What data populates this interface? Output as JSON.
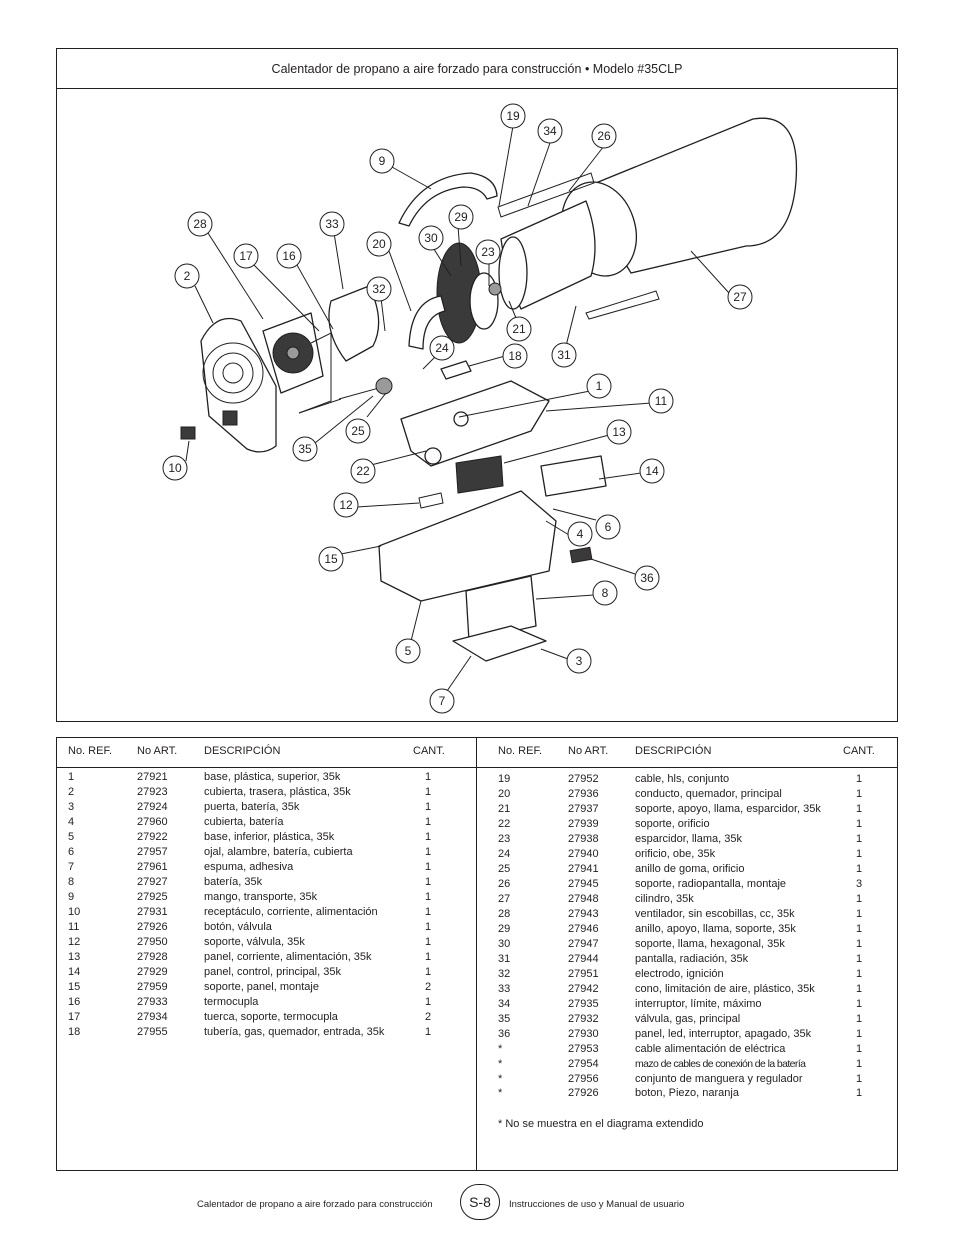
{
  "diagram": {
    "title": "Calentador de propano a aire forzado para construcción • Modelo #35CLP",
    "callouts": [
      "1",
      "2",
      "3",
      "4",
      "5",
      "6",
      "7",
      "8",
      "9",
      "10",
      "11",
      "12",
      "13",
      "14",
      "15",
      "16",
      "17",
      "18",
      "19",
      "20",
      "21",
      "22",
      "23",
      "24",
      "25",
      "26",
      "27",
      "28",
      "29",
      "30",
      "31",
      "32",
      "33",
      "34",
      "35",
      "36"
    ]
  },
  "table": {
    "headers": {
      "ref": "No. REF.",
      "art": "No ART.",
      "desc": "DESCRIPCIÓN",
      "qty": "CANT."
    },
    "left_rows": [
      {
        "ref": "1",
        "art": "27921",
        "desc": "base, plástica, superior, 35k",
        "qty": "1"
      },
      {
        "ref": "2",
        "art": "27923",
        "desc": "cubierta, trasera, plástica, 35k",
        "qty": "1"
      },
      {
        "ref": "3",
        "art": "27924",
        "desc": "puerta, batería, 35k",
        "qty": "1"
      },
      {
        "ref": "4",
        "art": "27960",
        "desc": "cubierta, batería",
        "qty": "1"
      },
      {
        "ref": "5",
        "art": "27922",
        "desc": "base, inferior, plástica, 35k",
        "qty": "1"
      },
      {
        "ref": "6",
        "art": "27957",
        "desc": "ojal, alambre, batería, cubierta",
        "qty": "1"
      },
      {
        "ref": "7",
        "art": "27961",
        "desc": "espuma, adhesiva",
        "qty": "1"
      },
      {
        "ref": "8",
        "art": "27927",
        "desc": "batería, 35k",
        "qty": "1"
      },
      {
        "ref": "9",
        "art": "27925",
        "desc": "mango, transporte, 35k",
        "qty": "1"
      },
      {
        "ref": "10",
        "art": "27931",
        "desc": "receptáculo, corriente, alimentación",
        "qty": "1"
      },
      {
        "ref": "11",
        "art": "27926",
        "desc": "botón, válvula",
        "qty": "1"
      },
      {
        "ref": "12",
        "art": "27950",
        "desc": "soporte, válvula, 35k",
        "qty": "1"
      },
      {
        "ref": "13",
        "art": "27928",
        "desc": "panel, corriente, alimentación, 35k",
        "qty": "1"
      },
      {
        "ref": "14",
        "art": "27929",
        "desc": "panel, control, principal, 35k",
        "qty": "1"
      },
      {
        "ref": "15",
        "art": "27959",
        "desc": "soporte, panel, montaje",
        "qty": "2"
      },
      {
        "ref": "16",
        "art": "27933",
        "desc": "termocupla",
        "qty": "1"
      },
      {
        "ref": "17",
        "art": "27934",
        "desc": "tuerca, soporte, termocupla",
        "qty": "2"
      },
      {
        "ref": "18",
        "art": "27955",
        "desc": "tubería, gas, quemador, entrada, 35k",
        "qty": "1"
      }
    ],
    "right_rows": [
      {
        "ref": "19",
        "art": "27952",
        "desc": "cable, hls, conjunto",
        "qty": "1"
      },
      {
        "ref": "20",
        "art": "27936",
        "desc": "conducto, quemador, principal",
        "qty": "1"
      },
      {
        "ref": "21",
        "art": "27937",
        "desc": "soporte, apoyo, llama, esparcidor, 35k",
        "qty": "1"
      },
      {
        "ref": "22",
        "art": "27939",
        "desc": "soporte, orificio",
        "qty": "1"
      },
      {
        "ref": "23",
        "art": "27938",
        "desc": "esparcidor, llama, 35k",
        "qty": "1"
      },
      {
        "ref": "24",
        "art": "27940",
        "desc": "orificio, obe, 35k",
        "qty": "1"
      },
      {
        "ref": "25",
        "art": "27941",
        "desc": "anillo de goma, orificio",
        "qty": "1"
      },
      {
        "ref": "26",
        "art": "27945",
        "desc": "soporte, radiopantalla, montaje",
        "qty": "3"
      },
      {
        "ref": "27",
        "art": "27948",
        "desc": "cilindro, 35k",
        "qty": "1"
      },
      {
        "ref": "28",
        "art": "27943",
        "desc": "ventilador, sin escobillas, cc, 35k",
        "qty": "1"
      },
      {
        "ref": "29",
        "art": "27946",
        "desc": "anillo, apoyo, llama, soporte, 35k",
        "qty": "1"
      },
      {
        "ref": "30",
        "art": "27947",
        "desc": "soporte, llama, hexagonal, 35k",
        "qty": "1"
      },
      {
        "ref": "31",
        "art": "27944",
        "desc": "pantalla, radiación, 35k",
        "qty": "1"
      },
      {
        "ref": "32",
        "art": "27951",
        "desc": "electrodo, ignición",
        "qty": "1"
      },
      {
        "ref": "33",
        "art": "27942",
        "desc": "cono, limitación de aire, plástico, 35k",
        "qty": "1"
      },
      {
        "ref": "34",
        "art": "27935",
        "desc": "interruptor, límite, máximo",
        "qty": "1"
      },
      {
        "ref": "35",
        "art": "27932",
        "desc": "válvula, gas, principal",
        "qty": "1"
      },
      {
        "ref": "36",
        "art": "27930",
        "desc": "panel, led, interruptor, apagado, 35k",
        "qty": "1"
      },
      {
        "ref": "*",
        "art": "27953",
        "desc": "cable alimentación de eléctrica",
        "qty": "1"
      },
      {
        "ref": "*",
        "art": "27954",
        "desc": "mazo de cables de conexión de la batería",
        "qty": "1"
      },
      {
        "ref": "*",
        "art": "27956",
        "desc": "conjunto de manguera y regulador",
        "qty": "1"
      },
      {
        "ref": "*",
        "art": "27926",
        "desc": "boton, Piezo, naranja",
        "qty": "1"
      }
    ],
    "footnote": "*  No se muestra en el diagrama extendido"
  },
  "footer": {
    "left": "Calentador de propano a aire forzado para construcción",
    "page": "S-8",
    "right": "Instrucciones de uso y Manual de usuario"
  }
}
